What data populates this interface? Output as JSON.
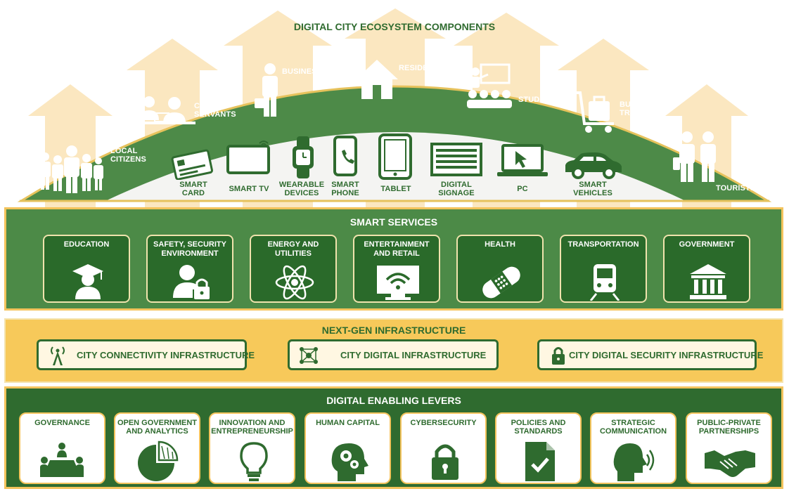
{
  "title": "DIGITAL CITY ECOSYSTEM COMPONENTS",
  "colors": {
    "dark_green": "#2f6b2f",
    "mid_green": "#4c8a47",
    "gold": "#f3c35c",
    "cream": "#fff7e2"
  },
  "stakeholders": [
    {
      "label": "LOCAL\nCITIZENS",
      "icon": "crowd-icon"
    },
    {
      "label": "CIVIL\nSERVANTS",
      "icon": "civil-servants-icon"
    },
    {
      "label": "BUSINESSES",
      "icon": "businessman-icon"
    },
    {
      "label": "RESIDENTS",
      "icon": "house-icon"
    },
    {
      "label": "STUDENTS",
      "icon": "classroom-icon"
    },
    {
      "label": "BUSINESS\nTRAVELERS",
      "icon": "luggage-cart-icon"
    },
    {
      "label": "TOURISTS",
      "icon": "tourists-icon"
    }
  ],
  "devices": [
    {
      "label": "SMART\nCARD",
      "icon": "smart-card-icon"
    },
    {
      "label": "SMART TV",
      "icon": "smart-tv-icon"
    },
    {
      "label": "WEARABLE\nDEVICES",
      "icon": "smartwatch-icon"
    },
    {
      "label": "SMART\nPHONE",
      "icon": "smartphone-icon"
    },
    {
      "label": "TABLET",
      "icon": "tablet-icon"
    },
    {
      "label": "DIGITAL\nSIGNAGE",
      "icon": "digital-signage-icon"
    },
    {
      "label": "PC",
      "icon": "laptop-icon"
    },
    {
      "label": "SMART\nVEHICLES",
      "icon": "car-icon"
    }
  ],
  "smart_services": {
    "title": "SMART SERVICES",
    "items": [
      {
        "label": "EDUCATION",
        "icon": "graduate-icon"
      },
      {
        "label": "SAFETY, SECURITY\nENVIRONMENT",
        "icon": "user-lock-icon"
      },
      {
        "label": "ENERGY AND\nUTILITIES",
        "icon": "atom-icon"
      },
      {
        "label": "ENTERTAINMENT\nAND RETAIL",
        "icon": "wifi-monitor-icon"
      },
      {
        "label": "HEALTH",
        "icon": "bandage-icon"
      },
      {
        "label": "TRANSPORTATION",
        "icon": "train-icon"
      },
      {
        "label": "GOVERNMENT",
        "icon": "government-building-icon"
      }
    ]
  },
  "infrastructure": {
    "title": "NEXT-GEN INFRASTRUCTURE",
    "items": [
      {
        "label": "CITY CONNECTIVITY INFRASTRUCTURE",
        "icon": "antenna-tower-icon"
      },
      {
        "label": "CITY DIGITAL INFRASTRUCTURE",
        "icon": "network-icon"
      },
      {
        "label": "CITY DIGITAL SECURITY INFRASTRUCTURE",
        "icon": "padlock-icon"
      }
    ]
  },
  "levers": {
    "title": "DIGITAL ENABLING LEVERS",
    "items": [
      {
        "label": "GOVERNANCE",
        "icon": "meeting-table-icon"
      },
      {
        "label": "OPEN GOVERNMENT\nAND ANALYTICS",
        "icon": "pie-chart-icon"
      },
      {
        "label": "INNOVATION AND\nENTREPRENEURSHIP",
        "icon": "lightbulb-icon"
      },
      {
        "label": "HUMAN CAPITAL",
        "icon": "head-gears-icon"
      },
      {
        "label": "CYBERSECURITY",
        "icon": "padlock-icon"
      },
      {
        "label": "POLICIES AND\nSTANDARDS",
        "icon": "document-check-icon"
      },
      {
        "label": "STRATEGIC\nCOMMUNICATION",
        "icon": "speaking-head-icon"
      },
      {
        "label": "PUBLIC-PRIVATE\nPARTNERSHIPS",
        "icon": "handshake-icon"
      }
    ]
  }
}
